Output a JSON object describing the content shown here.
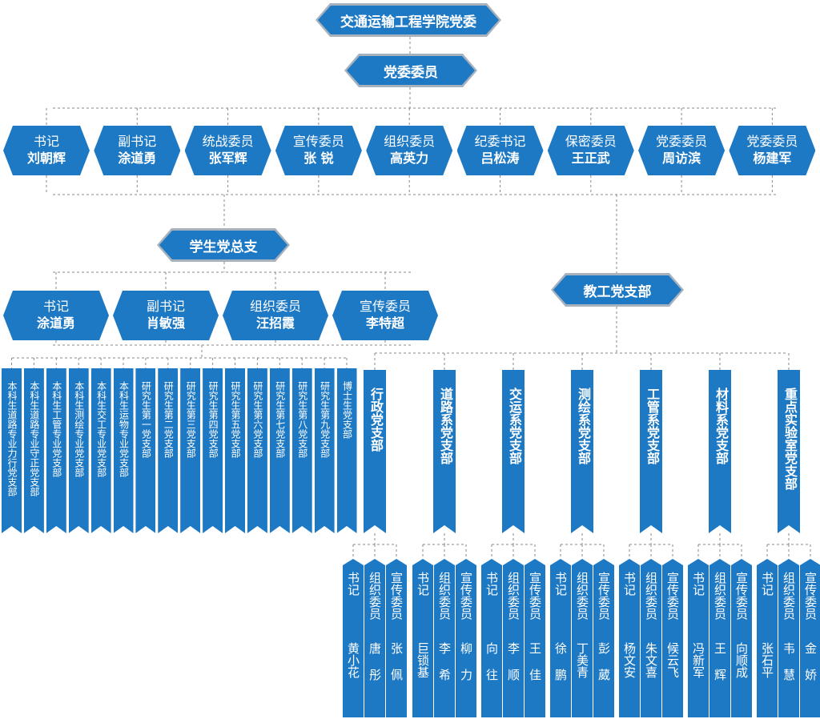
{
  "title": "交通运输工程学院党委",
  "committee": {
    "label": "党委委员",
    "members": [
      {
        "role": "书记",
        "name": "刘朝辉"
      },
      {
        "role": "副书记",
        "name": "涂道勇"
      },
      {
        "role": "统战委员",
        "name": "张军辉"
      },
      {
        "role": "宣传委员",
        "name": "张 锐"
      },
      {
        "role": "组织委员",
        "name": "高英力"
      },
      {
        "role": "纪委书记",
        "name": "吕松涛"
      },
      {
        "role": "保密委员",
        "name": "王正武"
      },
      {
        "role": "党委委员",
        "name": "周访滨"
      },
      {
        "role": "党委委员",
        "name": "杨建军"
      }
    ]
  },
  "student_general": {
    "label": "学生党总支",
    "members": [
      {
        "role": "书记",
        "name": "涂道勇"
      },
      {
        "role": "副书记",
        "name": "肖敏强"
      },
      {
        "role": "组织委员",
        "name": "汪招霞"
      },
      {
        "role": "宣传委员",
        "name": "李特超"
      }
    ],
    "branches": [
      "本科生道路专业力行党支部",
      "本科生道路专业守正党支部",
      "本科生工管专业党支部",
      "本科生测绘专业党支部",
      "本科生交工专业党支部",
      "本科生运物专业党支部",
      "研究生第一党支部",
      "研究生第二党支部",
      "研究生第三党支部",
      "研究生第四党支部",
      "研究生第五党支部",
      "研究生第六党支部",
      "研究生第七党支部",
      "研究生第八党支部",
      "研究生第九党支部",
      "博士生党支部"
    ]
  },
  "faculty": {
    "label": "教工党支部",
    "branches": [
      {
        "name": "行政党支部",
        "officers": [
          {
            "role": "书记",
            "name": "黄小花"
          },
          {
            "role": "组织委员",
            "name": "唐 彤"
          },
          {
            "role": "宣传委员",
            "name": "张 佩"
          }
        ]
      },
      {
        "name": "道路系党支部",
        "officers": [
          {
            "role": "书记",
            "name": "巨锁基"
          },
          {
            "role": "组织委员",
            "name": "李 希"
          },
          {
            "role": "宣传委员",
            "name": "柳 力"
          }
        ]
      },
      {
        "name": "交运系党支部",
        "officers": [
          {
            "role": "书记",
            "name": "向 往"
          },
          {
            "role": "组织委员",
            "name": "李 顺"
          },
          {
            "role": "宣传委员",
            "name": "王 佳"
          }
        ]
      },
      {
        "name": "测绘系党支部",
        "officers": [
          {
            "role": "书记",
            "name": "徐 鹏"
          },
          {
            "role": "组织委员",
            "name": "丁美青"
          },
          {
            "role": "宣传委员",
            "name": "彭 葳"
          }
        ]
      },
      {
        "name": "工管系党支部",
        "officers": [
          {
            "role": "书记",
            "name": "杨文安"
          },
          {
            "role": "组织委员",
            "name": "朱文喜"
          },
          {
            "role": "宣传委员",
            "name": "候云飞"
          }
        ]
      },
      {
        "name": "材料系党支部",
        "officers": [
          {
            "role": "书记",
            "name": "冯新军"
          },
          {
            "role": "组织委员",
            "name": "王 辉"
          },
          {
            "role": "宣传委员",
            "name": "向顺成"
          }
        ]
      },
      {
        "name": "重点实验室党支部",
        "officers": [
          {
            "role": "书记",
            "name": "张石平"
          },
          {
            "role": "组织委员",
            "name": "韦 慧"
          },
          {
            "role": "宣传委员",
            "name": "金 娇"
          }
        ]
      }
    ]
  }
}
